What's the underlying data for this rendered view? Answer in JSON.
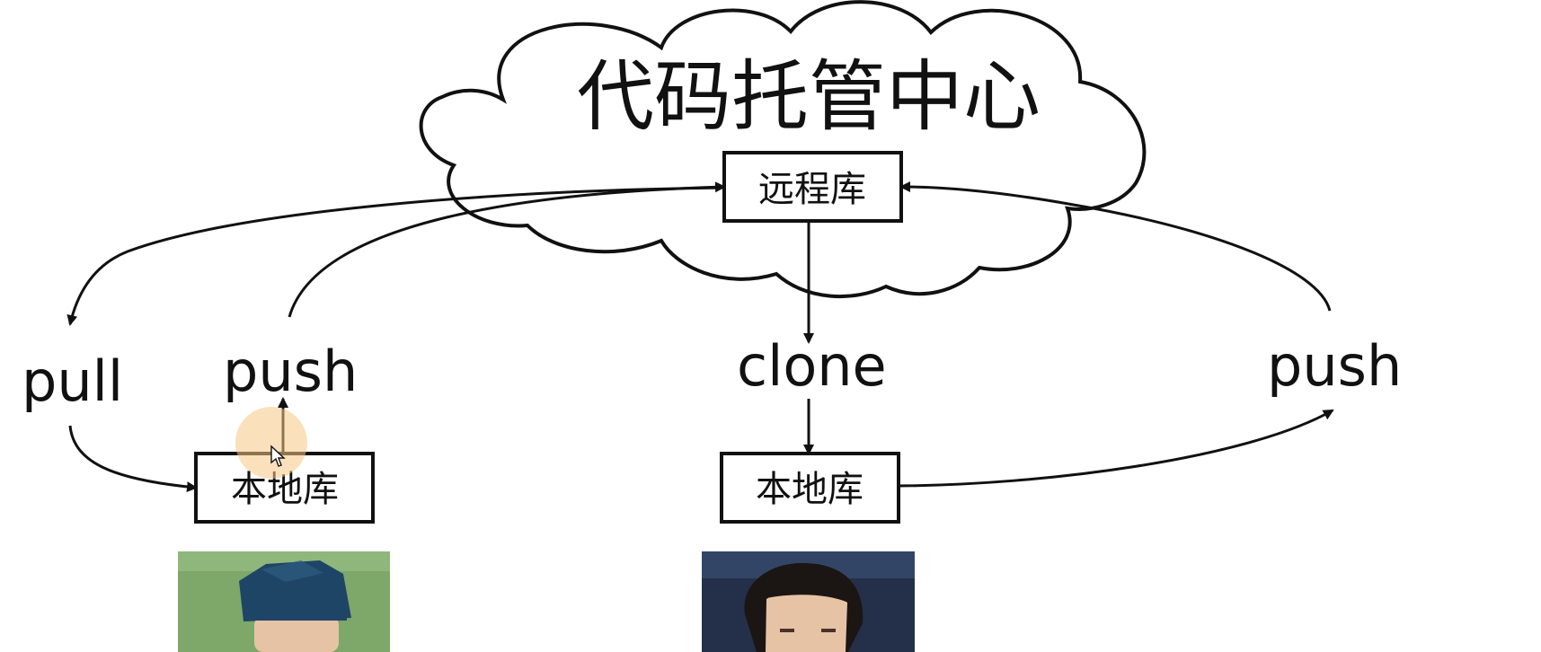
{
  "cloud": {
    "title": "代码托管中心"
  },
  "remote_repo": {
    "label": "远程库"
  },
  "left_local_repo": {
    "label": "本地库"
  },
  "right_local_repo": {
    "label": "本地库"
  },
  "operations": {
    "pull": "pull",
    "push_left": "push",
    "clone": "clone",
    "push_right": "push"
  },
  "colors": {
    "line": "#111111",
    "background": "#ffffff",
    "cursor_highlight": "#f6c784",
    "left_photo_bg": "#7ea86a",
    "left_photo_hat": "#1f4566",
    "right_photo_bg": "#24304a",
    "skin": "#e7c3a6",
    "hair": "#1b1613"
  },
  "icons": {
    "cursor": "mouse-pointer-icon"
  }
}
